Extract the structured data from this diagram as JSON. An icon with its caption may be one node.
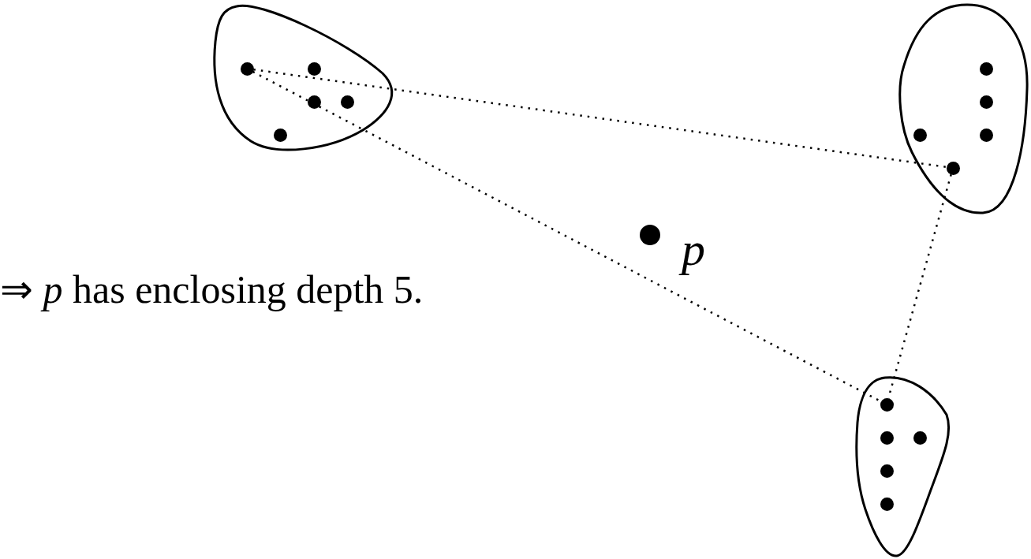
{
  "diagram": {
    "nodes": [
      {
        "text": [],
        "shape": "blob"
      },
      {
        "text": [],
        "shape": "circle",
        "in": 0
      },
      {
        "text": [],
        "shape": "circle",
        "in": 0
      },
      {
        "text": [],
        "shape": "circle",
        "in": 0
      },
      {
        "text": [],
        "shape": "circle",
        "in": 0
      },
      {
        "text": [],
        "shape": "circle",
        "in": 0
      },
      {
        "text": [],
        "shape": "blob"
      },
      {
        "text": [],
        "shape": "circle",
        "in": 6
      },
      {
        "text": [],
        "shape": "circle",
        "in": 6
      },
      {
        "text": [],
        "shape": "circle",
        "in": 6
      },
      {
        "text": [],
        "shape": "circle",
        "in": 6
      },
      {
        "text": [],
        "shape": "circle",
        "in": 6
      },
      {
        "text": [],
        "shape": "blob"
      },
      {
        "text": [],
        "shape": "circle",
        "in": 12
      },
      {
        "text": [],
        "shape": "circle",
        "in": 12
      },
      {
        "text": [],
        "shape": "circle",
        "in": 12
      },
      {
        "text": [],
        "shape": "circle",
        "in": 12
      },
      {
        "text": [],
        "shape": "circle",
        "in": 12
      },
      {
        "text": [],
        "shape": "circle",
        "beside": [
          "p"
        ]
      }
    ],
    "edges": [
      {
        "from": 1,
        "to": 11,
        "arrow": "none"
      },
      {
        "from": 1,
        "to": 13,
        "arrow": "none"
      },
      {
        "from": 11,
        "to": 13,
        "arrow": "none"
      }
    ],
    "labels": [
      "⇒ *p* has enclosing depth 5."
    ]
  }
}
